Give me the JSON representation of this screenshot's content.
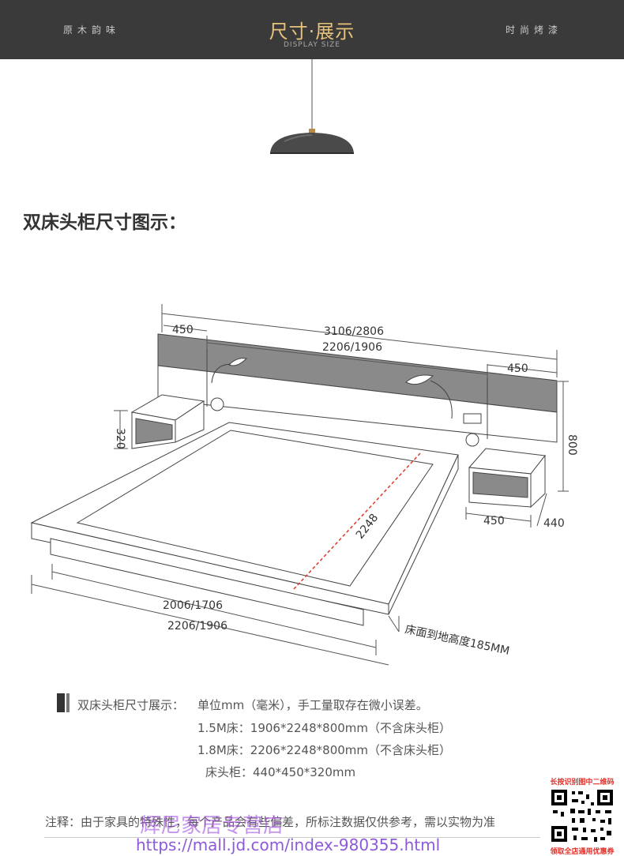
{
  "header": {
    "left_tagline": "原木韵味",
    "title": "尺寸·展示",
    "subtitle": "DISPLAY SIZE",
    "right_tagline": "时尚烤漆"
  },
  "section_title": "双床头柜尺寸图示：",
  "drawing": {
    "dim_total_width": "3106/2806",
    "dim_headboard_width": "2206/1906",
    "dim_left_cabinet_width": "450",
    "dim_right_cabinet_width": "450",
    "dim_height": "800",
    "dim_cabinet_height": "320",
    "dim_cabinet_width": "450",
    "dim_cabinet_depth": "440",
    "dim_length": "2248",
    "dim_frame_width": "2006/1706",
    "dim_outer_width": "2206/1906",
    "dim_floor_height": "床面到地高度185MM"
  },
  "notes": {
    "label": "双床头柜尺寸展示：",
    "unit_line": "单位mm（毫米），手工量取存在微小误差。",
    "bed_15": "1.5M床：1906*2248*800mm（不含床头柜）",
    "bed_18": "1.8M床：2206*2248*800mm（不含床头柜）",
    "nightstand": "床头柜：440*450*320mm"
  },
  "disclaimer": "注释：由于家具的特殊性，每个产品会有些偏差，所标注数据仅供参考，需以实物为准",
  "watermark": {
    "shop_name": "辉尼家居专营店",
    "url": "https://mall.jd.com/index-980355.html"
  },
  "qr": {
    "top_text": "长按识别图中二维码",
    "bottom_text": "领取全店通用优惠券"
  },
  "colors": {
    "header_bg": "#3a3a3a",
    "title_gold": "#e7c27a",
    "panel_grey": "#8a8a8a",
    "dashed_red": "#e23a2a"
  }
}
